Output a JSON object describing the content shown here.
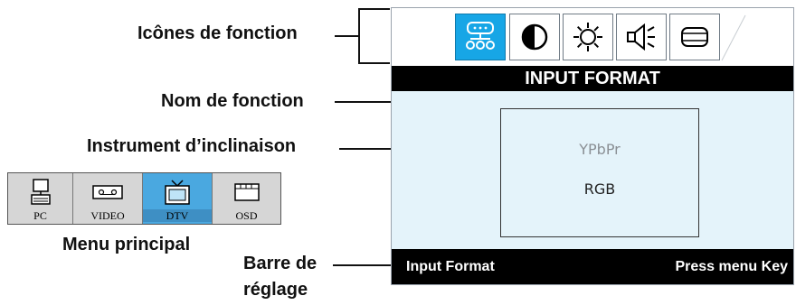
{
  "callouts": {
    "function_icons": "Icônes de fonction",
    "function_name": "Nom de fonction",
    "tilt_instrument": "Instrument d’inclinaison",
    "main_menu": "Menu principal",
    "adjust_bar_line1": "Barre de",
    "adjust_bar_line2": "réglage"
  },
  "osd": {
    "function_icons": [
      {
        "icon": "input-format-icon",
        "active": true
      },
      {
        "icon": "contrast-icon",
        "active": false
      },
      {
        "icon": "brightness-icon",
        "active": false
      },
      {
        "icon": "speaker-icon",
        "active": false
      },
      {
        "icon": "screen-icon",
        "active": false
      }
    ],
    "title": "INPUT FORMAT",
    "options": [
      "YPbPr",
      "RGB"
    ],
    "selected_option": "RGB",
    "status_left": "Input Format",
    "status_right": "Press menu Key",
    "colors": {
      "active_icon": "#17a6e6",
      "panel_bg": "#e4f3fa",
      "bar": "#000000"
    }
  },
  "main_menu": {
    "items": [
      {
        "label": "PC",
        "icon": "pc-icon",
        "selected": false
      },
      {
        "label": "VIDEO",
        "icon": "vcr-icon",
        "selected": false
      },
      {
        "label": "DTV",
        "icon": "tv-icon",
        "selected": true
      },
      {
        "label": "OSD",
        "icon": "osd-icon",
        "selected": false
      }
    ],
    "colors": {
      "selected": "#4aa8e0",
      "normal": "#d6d6d6"
    }
  }
}
